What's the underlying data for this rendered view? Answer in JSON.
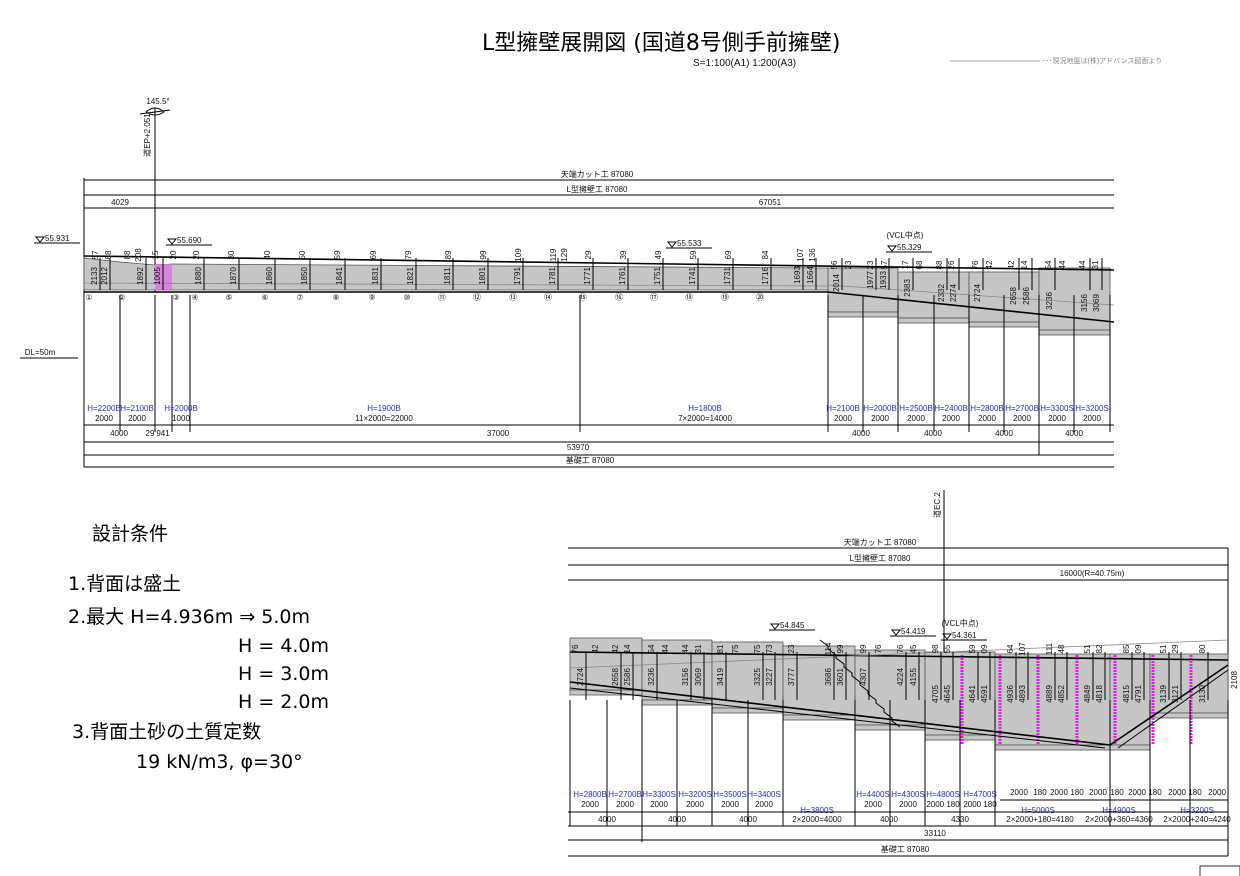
{
  "header": {
    "title": "L型擁壁展開図 (国道8号側手前擁壁)",
    "scale": "S=1:100(A1)  1:200(A3)",
    "note": "･･･現況地盤は(株)アドバンス図面より"
  },
  "conditions": {
    "heading": "設計条件",
    "lines": [
      "1.背面は盛土",
      "2.最大 H=4.936m ⇒ 5.0m",
      "H = 4.0m",
      "H = 3.0m",
      "H = 2.0m",
      "3.背面土砂の土質定数",
      "19 kN/m3,  φ=30°"
    ]
  },
  "top": {
    "angle": "145.5°",
    "station": "道EP+2.051",
    "cut_label": "天端カット工  87080",
    "wall_label": "L型擁壁工  87080",
    "seg1": "4029",
    "seg2": "67051",
    "dl": "DL=50m",
    "vcl": "(VCL中点)",
    "elevations": [
      "55.931",
      "55.690",
      "55.533",
      "55.329"
    ],
    "panel_heights": [
      "2133",
      "2012",
      "1892",
      "1005",
      "1880",
      "1870",
      "1860",
      "1850",
      "1841",
      "1831",
      "1821",
      "1811",
      "1801",
      "1791",
      "1781",
      "1771",
      "1761",
      "1751",
      "1741",
      "1731",
      "1716",
      "1693",
      "1664",
      "2014",
      "1977",
      "1933",
      "2383",
      "2332",
      "2274",
      "2724",
      "2658",
      "2586",
      "3236",
      "3156",
      "3069"
    ],
    "panel_tops": [
      "57",
      "88",
      "88",
      "208",
      "15",
      "20",
      "20",
      "30",
      "40",
      "50",
      "59",
      "69",
      "79",
      "89",
      "99",
      "109",
      "119",
      "129",
      "29",
      "39",
      "49",
      "59",
      "69",
      "84",
      "107",
      "136",
      "56",
      "23",
      "23",
      "57",
      "17",
      "68",
      "88",
      "26",
      "76",
      "42",
      "42",
      "14",
      "54",
      "44",
      "44",
      "31"
    ],
    "circle_numbers": [
      "①",
      "②",
      "③",
      "④",
      "⑤",
      "⑥",
      "⑦",
      "⑧",
      "⑨",
      "⑩",
      "⑪",
      "⑫",
      "⑬",
      "⑭",
      "⑮",
      "⑯",
      "⑰",
      "⑱",
      "⑲",
      "⑳"
    ],
    "types": [
      {
        "h": "H=2200B",
        "w": "2000"
      },
      {
        "h": "H=2100B",
        "w": "2000"
      },
      {
        "h": "H=2000B",
        "w": "1000"
      },
      {
        "h": "H=1900B",
        "w": "11×2000=22000"
      },
      {
        "h": "H=1800B",
        "w": "7×2000=14000"
      },
      {
        "h": "H=2100B",
        "w": "2000"
      },
      {
        "h": "H=2000B",
        "w": "2000"
      },
      {
        "h": "H=2500B",
        "w": "2000"
      },
      {
        "h": "H=2400B",
        "w": "2000"
      },
      {
        "h": "H=2800B",
        "w": "2000"
      },
      {
        "h": "H=2700B",
        "w": "2000"
      },
      {
        "h": "H=3300S",
        "w": "2000"
      },
      {
        "h": "H=3200S",
        "w": "2000"
      }
    ],
    "row2": [
      "4000",
      "29",
      "941",
      "37000",
      "4000",
      "4000",
      "4000",
      "4000"
    ],
    "total": "53970",
    "base": "基礎工  87080"
  },
  "bottom": {
    "station": "道EC.2",
    "cut_label": "天端カット工  87080",
    "wall_label": "L型擁壁工  87080",
    "seg": "16000(R=40.75m)",
    "vcl": "(VCL中点)",
    "edge_value": "2108",
    "elevations": [
      "54.845",
      "54.419",
      "54.361"
    ],
    "panel_heights": [
      "2724",
      "2658",
      "2586",
      "3236",
      "3156",
      "3069",
      "3419",
      "3325",
      "3227",
      "3777",
      "3686",
      "3601",
      "4307",
      "4224",
      "4155",
      "4705",
      "4645",
      "4641",
      "4591",
      "4936",
      "4893",
      "4889",
      "4852",
      "4849",
      "4818",
      "4815",
      "4791",
      "3139",
      "3121",
      "3130"
    ],
    "panel_tops": [
      "76",
      "42",
      "42",
      "14",
      "54",
      "44",
      "44",
      "31",
      "81",
      "75",
      "75",
      "73",
      "23",
      "114",
      "99",
      "99",
      "76",
      "76",
      "45",
      "98",
      "55",
      "59",
      "09",
      "64",
      "107",
      "111",
      "48",
      "51",
      "82",
      "85",
      "09",
      "51",
      "29",
      "80"
    ],
    "types": [
      {
        "h": "H=2800B",
        "w": "2000"
      },
      {
        "h": "H=2700B",
        "w": "2000"
      },
      {
        "h": "H=3300S",
        "w": "2000"
      },
      {
        "h": "H=3200S",
        "w": "2000"
      },
      {
        "h": "H=3500S",
        "w": "2000"
      },
      {
        "h": "H=3400S",
        "w": "2000"
      },
      {
        "h": "H=3800S",
        "w": ""
      },
      {
        "h": "H=4400S",
        "w": "2000"
      },
      {
        "h": "H=4300S",
        "w": "2000"
      },
      {
        "h": "H=4800S",
        "w": "2000 180"
      },
      {
        "h": "H=4700S",
        "w": "2000 180"
      },
      {
        "h": "H=5000S",
        "w": ""
      },
      {
        "h": "H=4900S",
        "w": ""
      },
      {
        "h": "H=3200S",
        "w": ""
      }
    ],
    "joint_row": [
      "2000",
      "180",
      "2000",
      "180",
      "2000",
      "180",
      "2000",
      "180",
      "2000",
      "180",
      "2000"
    ],
    "row2": [
      "4000",
      "4000",
      "4000",
      "2×2000=4000",
      "4000",
      "4330",
      "2×2000+180=4180",
      "2×2000+360=4360",
      "2×2000+240=4240"
    ],
    "total": "33110",
    "base": "基礎工  87080"
  },
  "colors": {
    "wall": "#c6c6c6",
    "hatch": "#e020e0",
    "type_label": "#2030c0"
  }
}
